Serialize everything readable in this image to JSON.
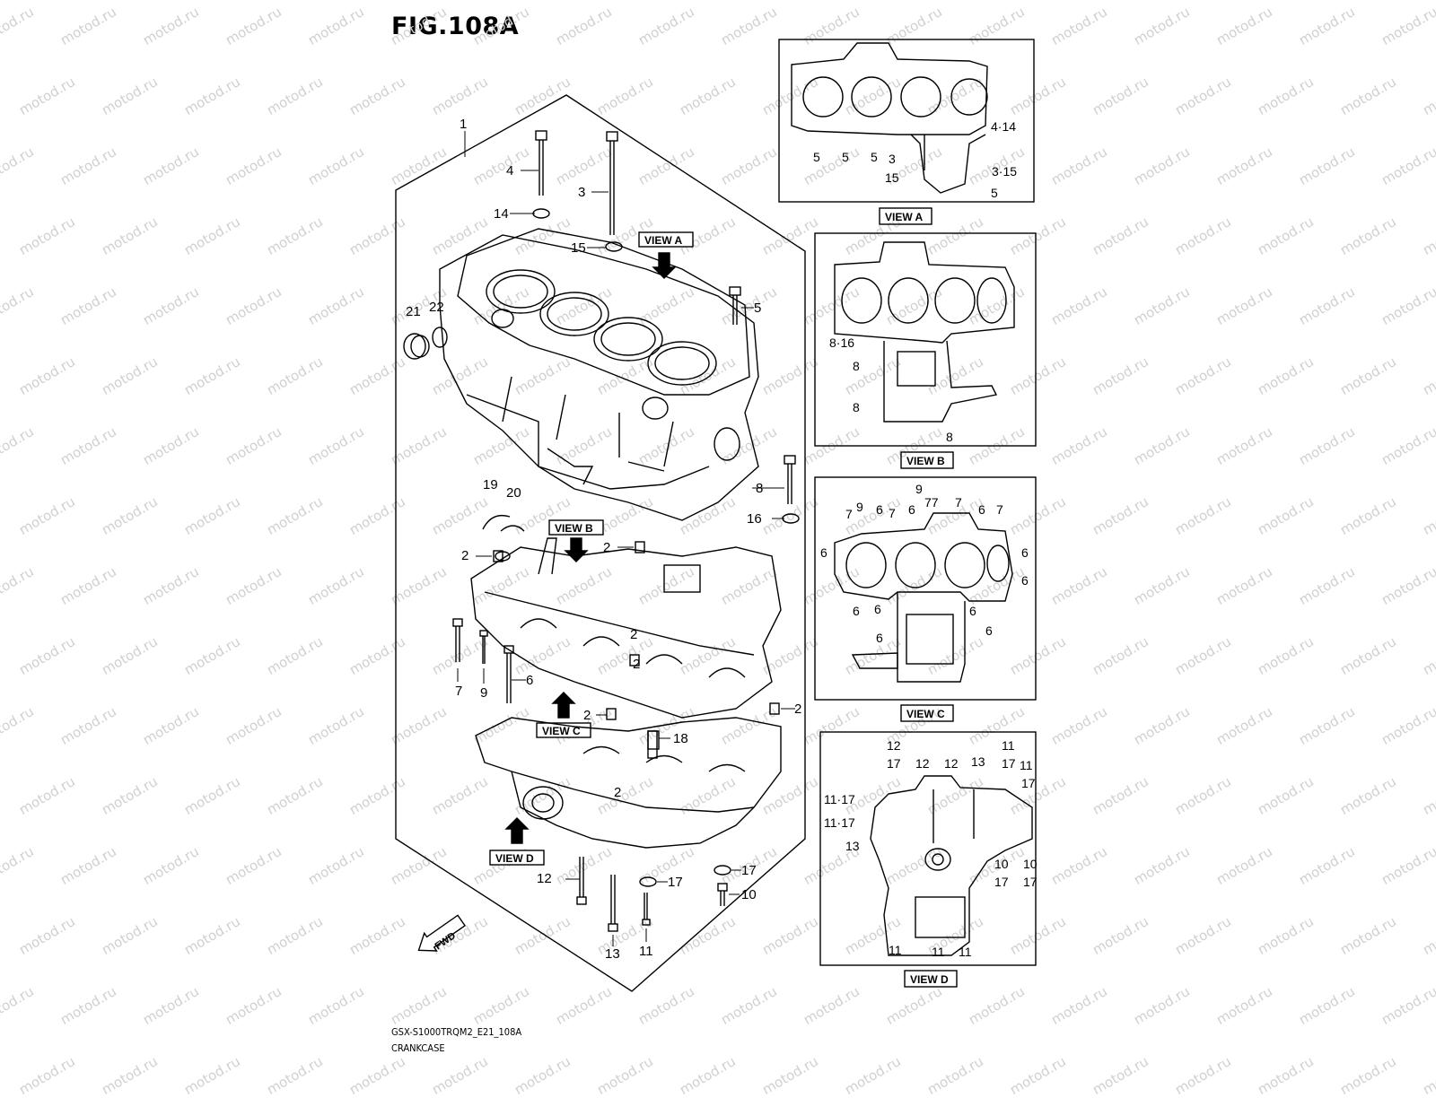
{
  "figure": {
    "title": "FIG.108A",
    "model_code": "GSX-S1000TRQM2_E21_108A",
    "part_group": "CRANKCASE",
    "watermark": "motod.ru"
  },
  "views": [
    "VIEW A",
    "VIEW B",
    "VIEW C",
    "VIEW D"
  ],
  "fwd_label": "FWD",
  "main_callouts": [
    "1",
    "4",
    "3",
    "14",
    "15",
    "5",
    "21",
    "22",
    "8",
    "16",
    "19",
    "20",
    "2",
    "2",
    "2",
    "2",
    "2",
    "7",
    "9",
    "6",
    "2",
    "18",
    "2",
    "12",
    "17",
    "17",
    "10",
    "13",
    "11"
  ],
  "view_a_callouts": [
    "4·14",
    "5",
    "5",
    "5",
    "3",
    "15",
    "3·15",
    "5"
  ],
  "view_b_callouts": [
    "8·16",
    "8",
    "8",
    "8"
  ],
  "view_c_callouts": [
    "7",
    "9",
    "6",
    "6",
    "9",
    "77",
    "7",
    "7",
    "6",
    "7",
    "6",
    "6",
    "6",
    "6",
    "6",
    "6",
    "6",
    "6"
  ],
  "view_d_callouts": [
    "12",
    "17",
    "12",
    "12",
    "13",
    "11",
    "17",
    "11",
    "17",
    "11·17",
    "11·17",
    "13",
    "10",
    "10",
    "17",
    "17",
    "11",
    "11",
    "11"
  ]
}
